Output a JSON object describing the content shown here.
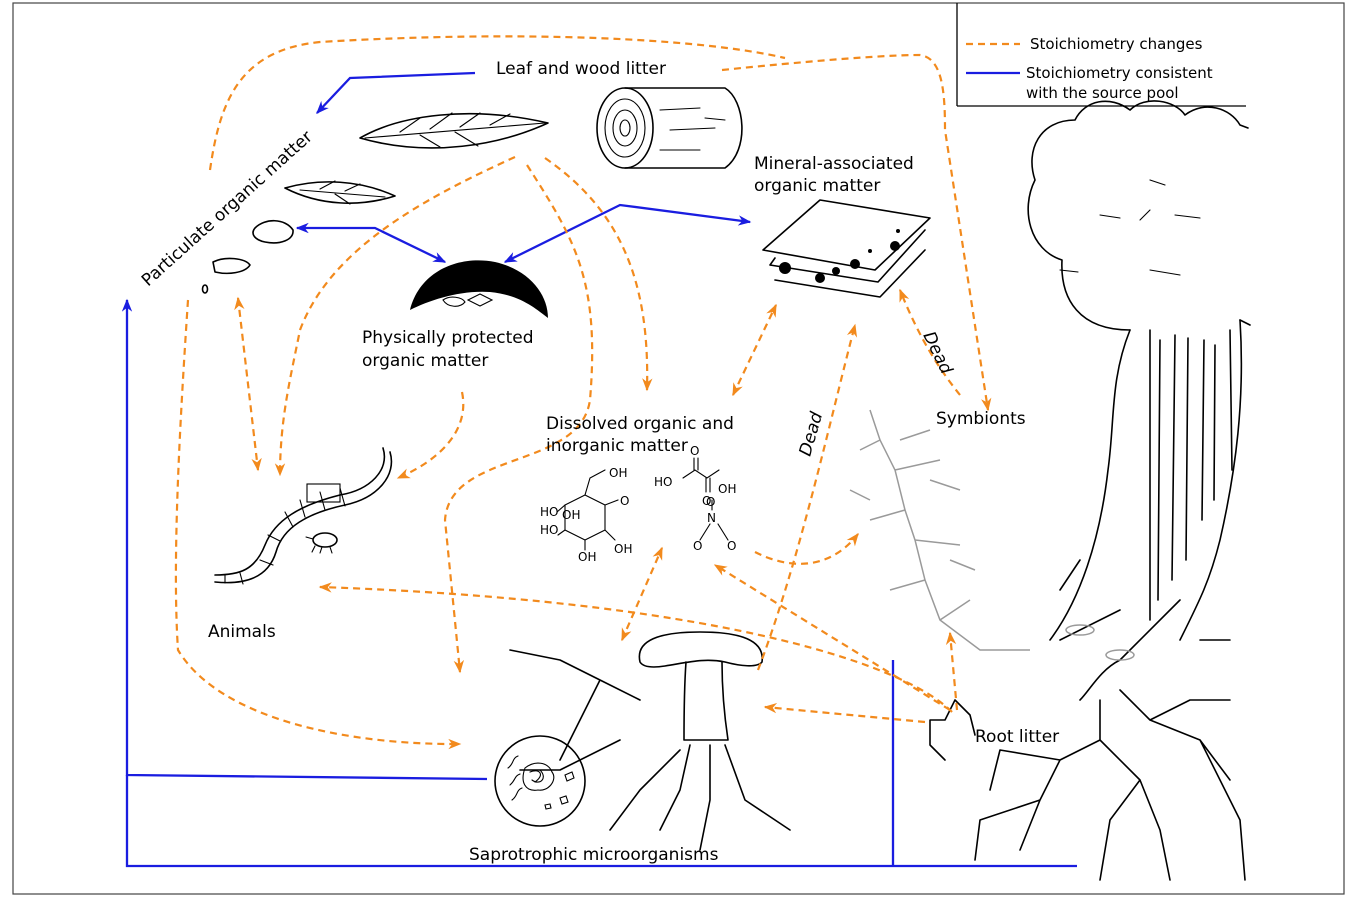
{
  "legend": {
    "orange_label": "Stoichiometry changes",
    "blue_label_line1": "Stoichiometry consistent",
    "blue_label_line2": "with the source pool"
  },
  "labels": {
    "leaf_wood_litter": "Leaf and wood litter",
    "particulate": "Particulate organic matter",
    "physically_line1": "Physically protected",
    "physically_line2": "organic matter",
    "mineral_line1": "Mineral-associated",
    "mineral_line2": "organic matter",
    "dissolved_line1": "Dissolved organic and",
    "dissolved_line2": "inorganic matter",
    "symbionts": "Symbionts",
    "animals": "Animals",
    "root_litter": "Root litter",
    "saprotrophic": "Saprotrophic microorganisms",
    "dead_1": "Dead",
    "dead_2": "Dead"
  },
  "chem_labels": {
    "oh": "OH",
    "ho": "HO",
    "o": "O",
    "n": "N"
  },
  "colors": {
    "orange": "#f28a1d",
    "blue": "#1a1de0",
    "ink": "#000000",
    "grey": "#9a9a9a"
  }
}
